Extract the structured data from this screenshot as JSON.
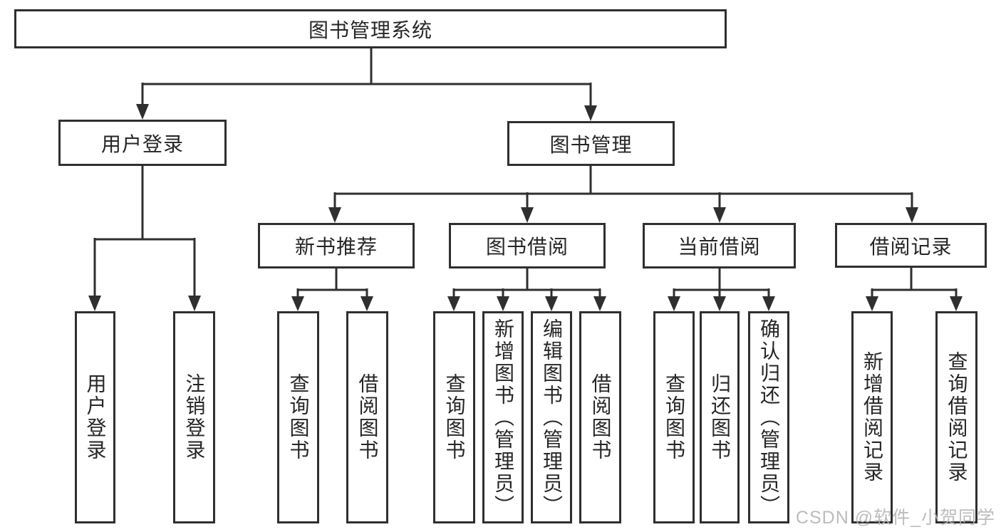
{
  "tree": {
    "root": {
      "label": "图书管理系统",
      "children": [
        {
          "label": "用户登录",
          "children": [
            {
              "label": "用户登录"
            },
            {
              "label": "注销登录"
            }
          ]
        },
        {
          "label": "图书管理",
          "children": [
            {
              "label": "新书推荐",
              "children": [
                {
                  "label": "查询图书"
                },
                {
                  "label": "借阅图书"
                }
              ]
            },
            {
              "label": "图书借阅",
              "children": [
                {
                  "label": "查询图书"
                },
                {
                  "label": "新增图书（管理员）"
                },
                {
                  "label": "编辑图书（管理员）"
                },
                {
                  "label": "借阅图书"
                }
              ]
            },
            {
              "label": "当前借阅",
              "children": [
                {
                  "label": "查询图书"
                },
                {
                  "label": "归还图书"
                },
                {
                  "label": "确认归还（管理员）"
                }
              ]
            },
            {
              "label": "借阅记录",
              "children": [
                {
                  "label": "新增借阅记录"
                },
                {
                  "label": "查询借阅记录"
                }
              ]
            }
          ]
        }
      ]
    }
  },
  "watermark": {
    "text": "CSDN @软件_小贺同学"
  },
  "colors": {
    "line": "#2f2f2f",
    "text": "#262626",
    "watermark": "#b5b5b5",
    "background": "#ffffff"
  }
}
